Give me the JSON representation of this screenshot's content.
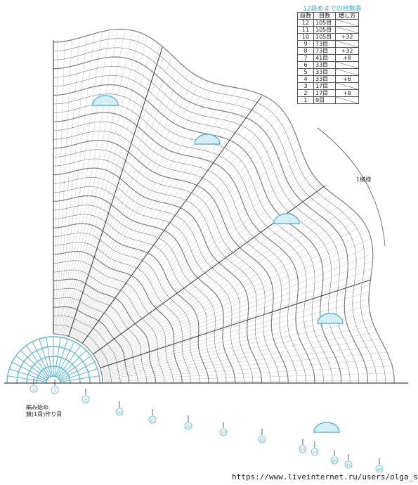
{
  "table": {
    "title": "12段めまでの目数表",
    "headers": [
      "段数",
      "目数",
      "増し方"
    ],
    "rows": [
      {
        "round": "12",
        "count": "105目",
        "increase": ""
      },
      {
        "round": "11",
        "count": "105目",
        "increase": ""
      },
      {
        "round": "10",
        "count": "105目",
        "increase": "+32"
      },
      {
        "round": "9",
        "count": "73目",
        "increase": ""
      },
      {
        "round": "8",
        "count": "73目",
        "increase": "+32"
      },
      {
        "round": "7",
        "count": "41目",
        "increase": "+8"
      },
      {
        "round": "6",
        "count": "33目",
        "increase": ""
      },
      {
        "round": "5",
        "count": "33目",
        "increase": ""
      },
      {
        "round": "4",
        "count": "33目",
        "increase": "+6"
      },
      {
        "round": "3",
        "count": "17目",
        "increase": ""
      },
      {
        "round": "2",
        "count": "17目",
        "increase": "+8"
      },
      {
        "round": "1",
        "count": "9目",
        "increase": ""
      }
    ]
  },
  "repeat_label": "1模様",
  "start_label_line1": "編み始め",
  "start_label_line2": "鎖(1目)作り目",
  "round_markers": [
    "2",
    "1",
    "5",
    "10",
    "15",
    "20",
    "25",
    "30",
    "35",
    "37",
    "40",
    "45",
    "48"
  ],
  "watermark": "https://www.liveinternet.ru/users/olga_san/",
  "colors": {
    "chart_line": "#666666",
    "accent_blue": "#5ab8d4",
    "table_title": "#3aa4c4"
  }
}
